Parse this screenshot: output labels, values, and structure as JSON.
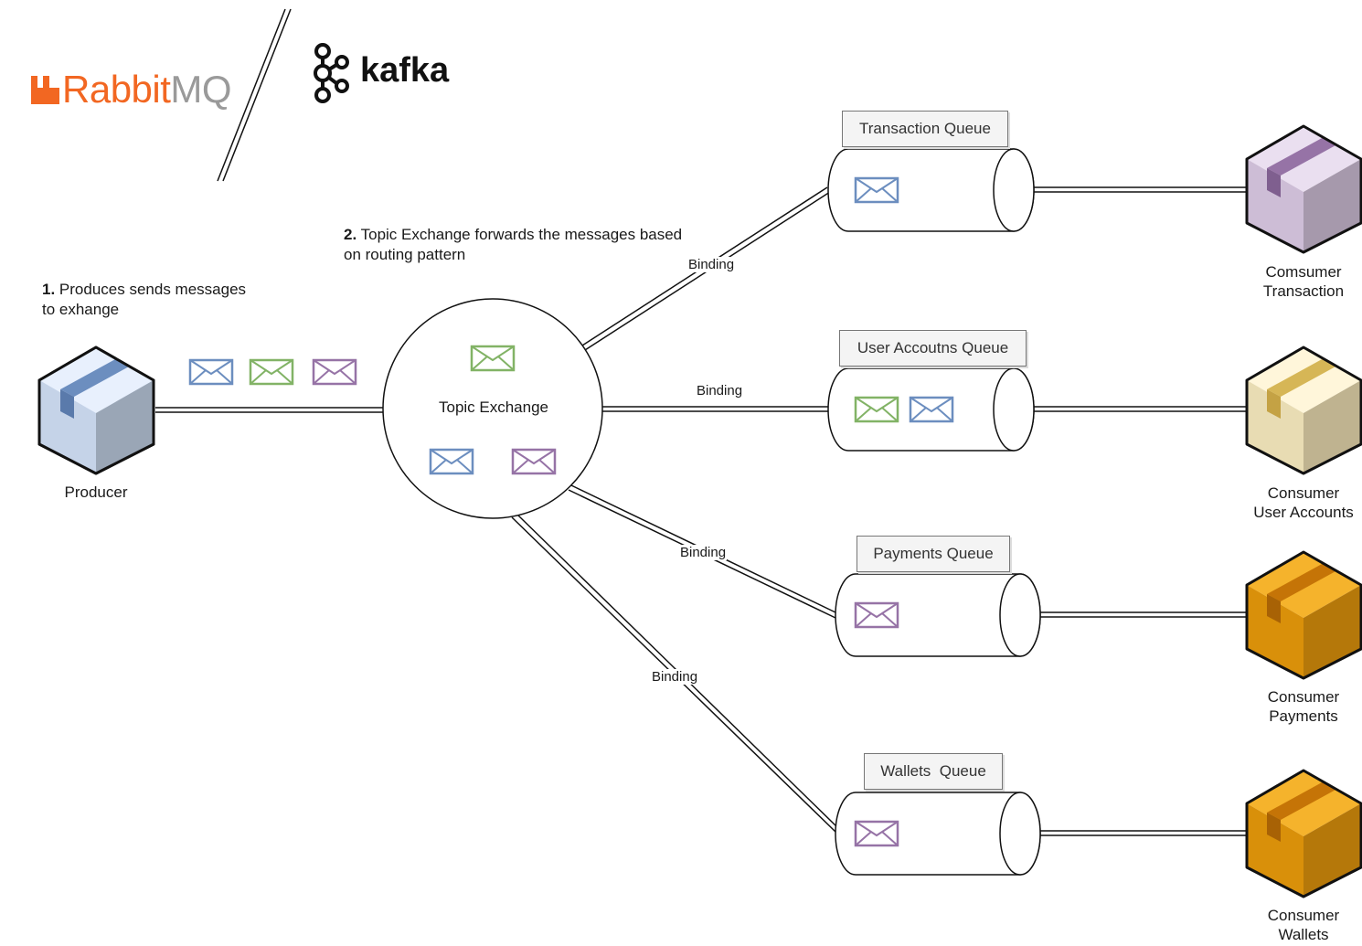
{
  "logos": {
    "rabbitmq_word_1": "Rabbit",
    "rabbitmq_word_2": "MQ",
    "kafka": "kafka"
  },
  "steps": [
    {
      "number": "1.",
      "text": "Produces sends messages to exhange"
    },
    {
      "number": "2.",
      "text": "Topic Exchange forwards the messages based on routing pattern"
    }
  ],
  "producer": {
    "label": "Producer"
  },
  "exchange": {
    "label": "Topic Exchange"
  },
  "binding_label": "Binding",
  "queues": [
    {
      "name": "Transaction Queue",
      "consumer": "Comsumer\nTransaction"
    },
    {
      "name": "User Accoutns Queue",
      "consumer": "Consumer\nUser Accounts"
    },
    {
      "name": "Payments Queue",
      "consumer": "Consumer\nPayments"
    },
    {
      "name": "Wallets  Queue",
      "consumer": "Consumer\nWallets"
    }
  ],
  "colors": {
    "blue_message": "#6c8ebf",
    "green_message": "#82b366",
    "purple_message": "#9673a6",
    "rabbit_orange": "#f26722",
    "producer_box": "#dae8fc",
    "transaction_box": "#e1d5e7",
    "accounts_box": "#fff2cc",
    "payments_box": "#f0a30a",
    "wallets_box": "#f0a30a"
  }
}
